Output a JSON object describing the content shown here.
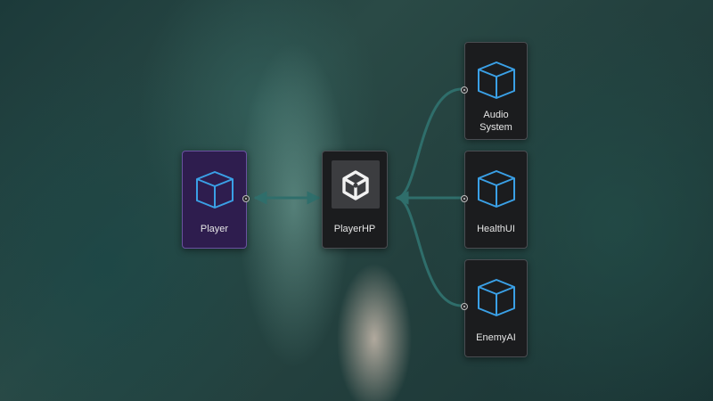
{
  "nodes": {
    "player": {
      "label": "Player",
      "icon": "cube-icon"
    },
    "player_hp": {
      "label": "PlayerHP",
      "icon": "unity-logo-icon"
    },
    "audio_system": {
      "label_line1": "Audio",
      "label_line2": "System",
      "icon": "cube-icon"
    },
    "health_ui": {
      "label": "HealthUI",
      "icon": "cube-icon"
    },
    "enemy_ai": {
      "label": "EnemyAI",
      "icon": "cube-icon"
    }
  },
  "edges": [
    {
      "from": "player",
      "to": "player_hp",
      "direction": "bidirectional"
    },
    {
      "from": "audio_system",
      "to": "player_hp",
      "direction": "one-way"
    },
    {
      "from": "health_ui",
      "to": "player_hp",
      "direction": "one-way"
    },
    {
      "from": "enemy_ai",
      "to": "player_hp",
      "direction": "one-way"
    }
  ],
  "colors": {
    "edge": "#2f6e6b",
    "cube_outline": "#3aa0e6",
    "selected_node_bg": "#2e1d4e",
    "node_bg": "#1b1c1e"
  }
}
